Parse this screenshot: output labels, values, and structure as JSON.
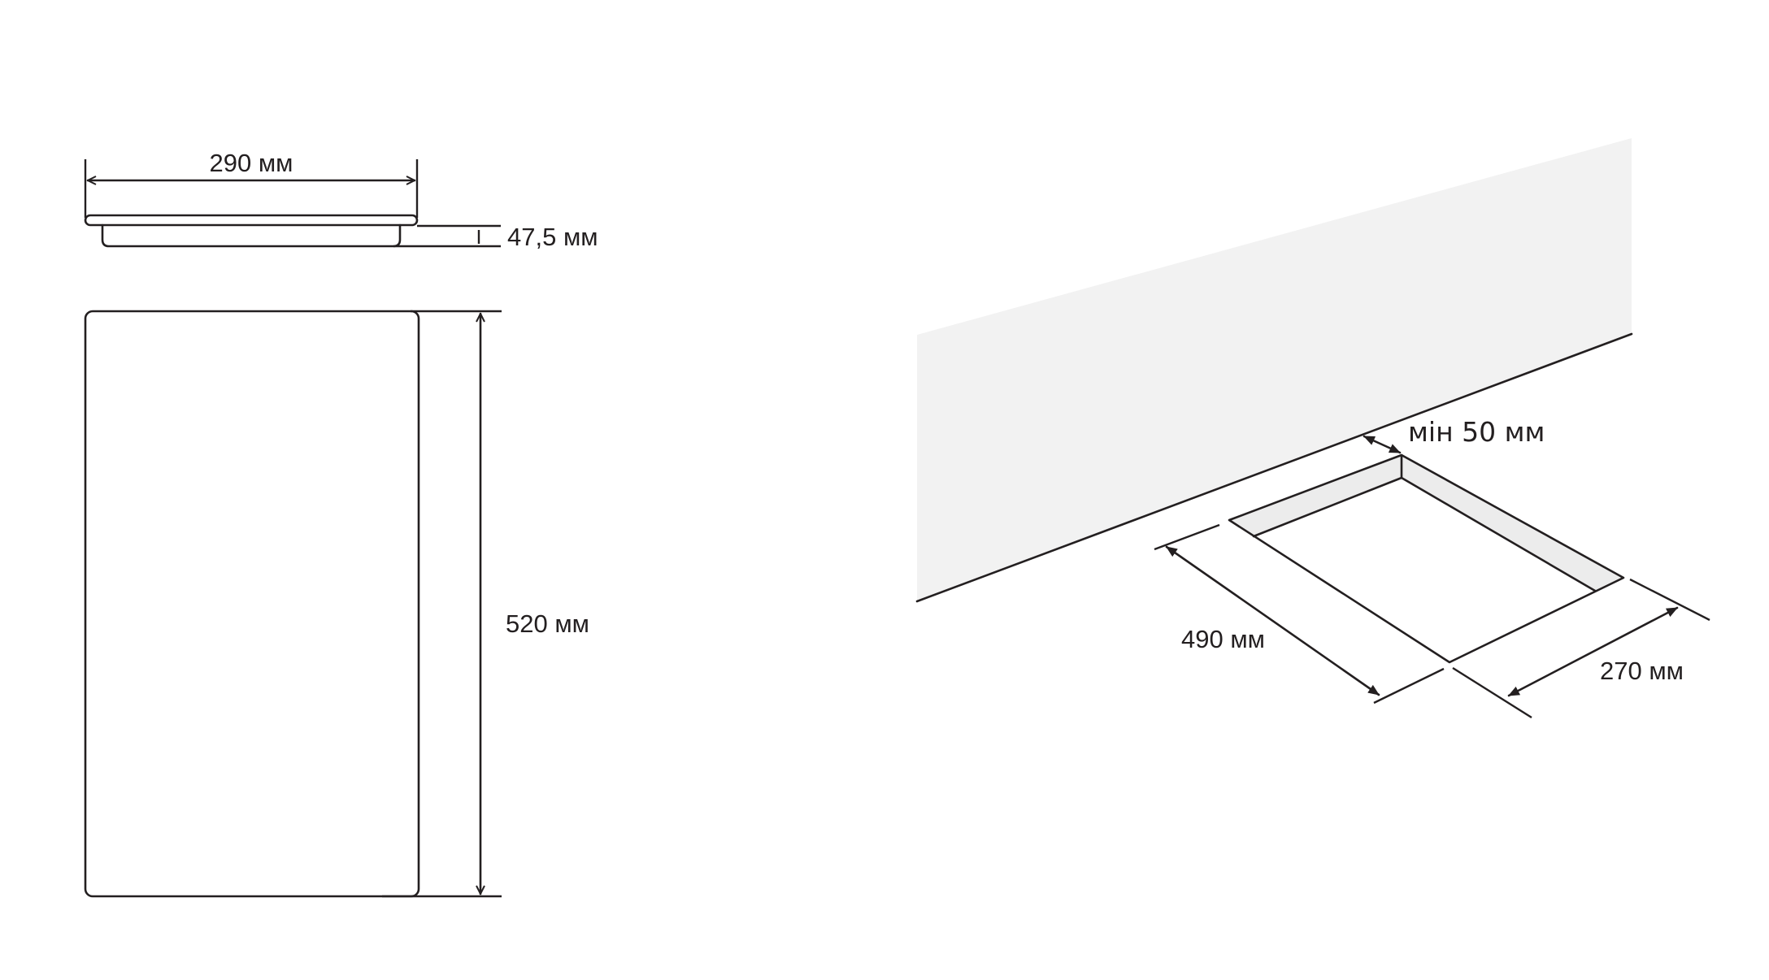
{
  "labels": {
    "width": "290 мм",
    "height": "47,5 мм",
    "depth": "520 мм",
    "min_gap": "мін 50 мм",
    "cutout_depth": "490 мм",
    "cutout_width": "270 мм"
  },
  "colors": {
    "line": "#231f20",
    "wall_fill": "#f2f2f2",
    "cutout_rim": "#ececec",
    "background": "#ffffff"
  }
}
